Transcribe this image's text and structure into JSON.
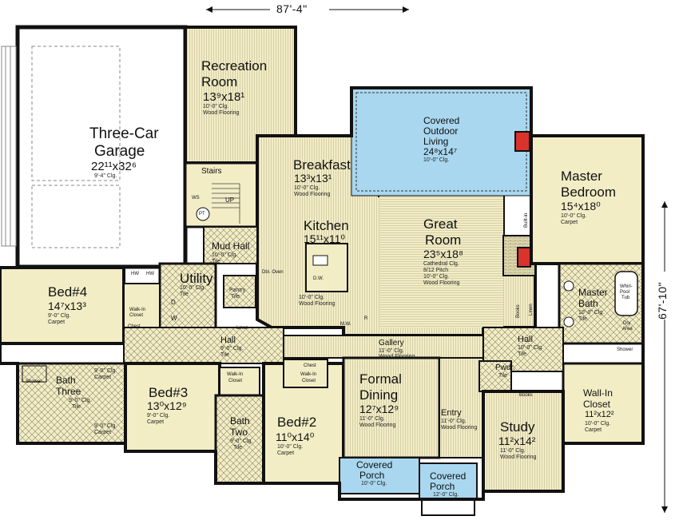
{
  "overall": {
    "width": "87'-4\"",
    "depth": "67'-10\""
  },
  "rooms": {
    "garage": {
      "name1": "Three-Car",
      "name2": "Garage",
      "dim": "22¹¹x32⁶",
      "clg": "9'-4\" Clg."
    },
    "recreation": {
      "name1": "Recreation",
      "name2": "Room",
      "dim": "13⁹x18¹",
      "clg": "10'-0\" Clg.",
      "floor": "Wood Flooring"
    },
    "stairs": {
      "name": "Stairs",
      "up": "UP",
      "ws": "WS",
      "pt": "PT"
    },
    "breakfast": {
      "name": "Breakfast",
      "dim": "13³x13¹",
      "clg": "10'-0\" Clg.",
      "floor": "Wood Flooring"
    },
    "outdoor": {
      "name1": "Covered",
      "name2": "Outdoor",
      "name3": "Living",
      "dim": "24⁸x14⁷",
      "clg": "10'-0\" Clg."
    },
    "master_bed": {
      "name1": "Master",
      "name2": "Bedroom",
      "dim": "15⁴x18⁰",
      "clg": "10'-0\" Clg.",
      "floor": "Carpet"
    },
    "kitchen": {
      "name": "Kitchen",
      "dim": "15¹¹x11⁰",
      "clg": "10'-0\" Clg.",
      "floor": "Wood Flooring",
      "dw": "D.W.",
      "mw": "M.W.",
      "r": "R",
      "oven": "Dbl. Oven"
    },
    "great": {
      "name1": "Great",
      "name2": "Room",
      "dim": "23⁵x18⁸",
      "clg1": "Cathedral Clg.",
      "clg2": "8/12 Pitch",
      "clg3": "10'-0\" Clg.",
      "floor": "Wood Flooring"
    },
    "mud": {
      "name": "Mud Hall",
      "clg": "10'-0\" Clg.",
      "floor": "Tile"
    },
    "utility": {
      "name": "Utility",
      "clg": "10'-0\" Clg.",
      "floor": "Tile",
      "hw1": "HW",
      "hw2": "HW",
      "d": "D",
      "w": "W"
    },
    "pantry": {
      "name": "Pantry",
      "floor": "Tile"
    },
    "bed4": {
      "name": "Bed#4",
      "dim": "14⁷x13³",
      "clg": "9'-0\" Clg.",
      "floor": "Carpet",
      "closet1": "Walk-In",
      "closet2": "Closet",
      "chest": "Chest"
    },
    "linen_left": "Linen",
    "hall_left": {
      "name": "Hall",
      "clg": "9'-0\" Clg.",
      "floor": "Tile"
    },
    "gallery": {
      "name": "Gallery",
      "clg": "11'-0\" Clg.",
      "floor": "Wood Flooring"
    },
    "hall_right": {
      "name": "Hall",
      "clg": "10'-0\" Clg.",
      "floor": "Tile"
    },
    "master_bath": {
      "name1": "Master",
      "name2": "Bath",
      "clg": "10'-0\" Clg.",
      "floor": "Tile",
      "tub1": "Whirl-",
      "tub2": "Pool",
      "tub3": "Tub",
      "dry1": "Dry",
      "dry2": "Area",
      "shower": "Shower"
    },
    "builtin": "Built-in",
    "books": "Books",
    "linen_right": "Linen",
    "bath3": {
      "name1": "Bath",
      "name2": "Three",
      "clg": "9'-0\" Clg.",
      "floor": "Tile",
      "shower": "Shower",
      "vanity_clg": "9'-0\" Clg.",
      "vanity_floor": "Carpet",
      "vanity2_clg": "9'-0\" Clg.",
      "vanity2_floor": "Carpet"
    },
    "bed3": {
      "name": "Bed#3",
      "dim": "13⁰x12⁹",
      "clg": "9'-0\" Clg.",
      "floor": "Carpet",
      "closet1": "Walk-In",
      "closet2": "Closet"
    },
    "bath2": {
      "name1": "Bath",
      "name2": "Two",
      "clg": "9'-0\" Clg.",
      "floor": "Tile"
    },
    "bed2": {
      "name": "Bed#2",
      "dim": "11⁰x14⁰",
      "clg": "10'-0\" Clg.",
      "floor": "Carpet",
      "closet1": "Walk-In",
      "closet2": "Closet",
      "chest": "Chest"
    },
    "formal": {
      "name1": "Formal",
      "name2": "Dining",
      "dim": "12⁷x12⁹",
      "clg": "11'-0\" Clg.",
      "floor": "Wood Flooring"
    },
    "entry": {
      "name": "Entry",
      "clg": "11'-0\" Clg.",
      "floor": "Wood Flooring"
    },
    "pwdr": {
      "name": "Pwdr.",
      "floor": "Tile"
    },
    "study": {
      "name": "Study",
      "dim": "11²x14²",
      "clg": "11'-0\" Clg.",
      "floor": "Wood Flooring",
      "books": "Books"
    },
    "wic_master": {
      "name1": "Wall-In",
      "name2": "Closet",
      "dim": "11²x12²",
      "clg": "10'-0\" Clg.",
      "floor": "Carpet"
    },
    "porch1": {
      "name1": "Covered",
      "name2": "Porch",
      "clg": "10'-0\" Clg."
    },
    "porch2": {
      "name1": "Covered",
      "name2": "Porch",
      "clg": "12'-0\" Clg."
    }
  },
  "colors": {
    "wall": "#111111",
    "floor_fill": "#f5efc4",
    "outdoor": "#a9d7ef",
    "fireplace": "#d9332b",
    "garage": "#ffffff"
  }
}
